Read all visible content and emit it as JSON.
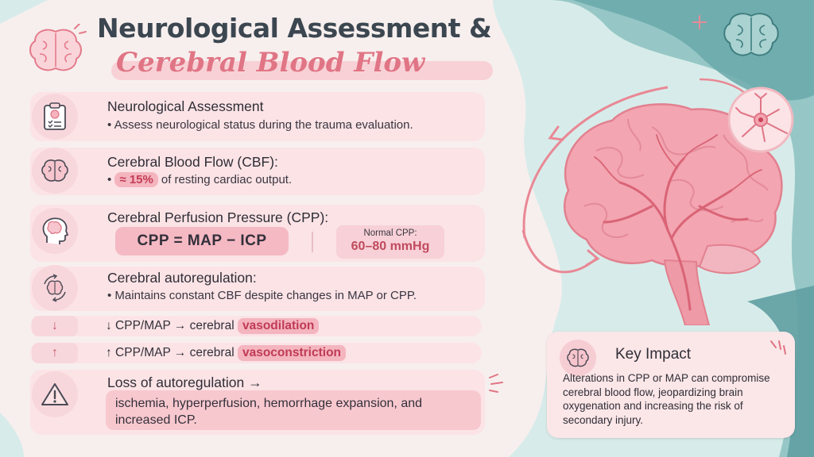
{
  "title": {
    "line1": "Neurological Assessment &",
    "line2": "Cerebral Blood Flow"
  },
  "rows": {
    "neuro": {
      "title": "Neurological Assessment",
      "bullet": "Assess neurological status during the trauma evaluation.",
      "icon": "clipboard-brain-icon"
    },
    "cbf": {
      "title": "Cerebral Blood Flow (CBF):",
      "prefix": "•",
      "highlight": "≈ 15%",
      "suffix": "of resting cardiac output.",
      "icon": "brain-icon"
    },
    "cpp": {
      "title": "Cerebral Perfusion Pressure (CPP):",
      "formula": "CPP = MAP − ICP",
      "normal_label": "Normal CPP:",
      "normal_value": "60–80 mmHg",
      "icon": "head-brain-icon"
    },
    "autoreg": {
      "title": "Cerebral autoregulation:",
      "bullet": "Maintains constant CBF despite changes in MAP or CPP.",
      "icon": "brain-cycle-icon"
    },
    "decrease": {
      "arrow": "↓",
      "text": "↓ CPP/MAP → cerebral",
      "highlight": "vasodilation"
    },
    "increase": {
      "arrow": "↑",
      "text": "↑ CPP/MAP → cerebral",
      "highlight": "vasoconstriction"
    },
    "loss": {
      "title": "Loss of autoregulation →",
      "detail": "ischemia, hyperperfusion, hemorrhage expansion, and increased ICP.",
      "icon": "warning-icon"
    }
  },
  "key_impact": {
    "title": "Key Impact",
    "text": "Alterations in CPP or MAP can compromise cerebral blood flow, jeopardizing brain oxygenation and increasing the risk of secondary injury.",
    "icon": "brain-icon"
  },
  "colors": {
    "accent_pink": "#e07585",
    "row_bg": "#fbe3e6",
    "highlight": "#f4b5bf",
    "teal": "#7fb8b8"
  }
}
